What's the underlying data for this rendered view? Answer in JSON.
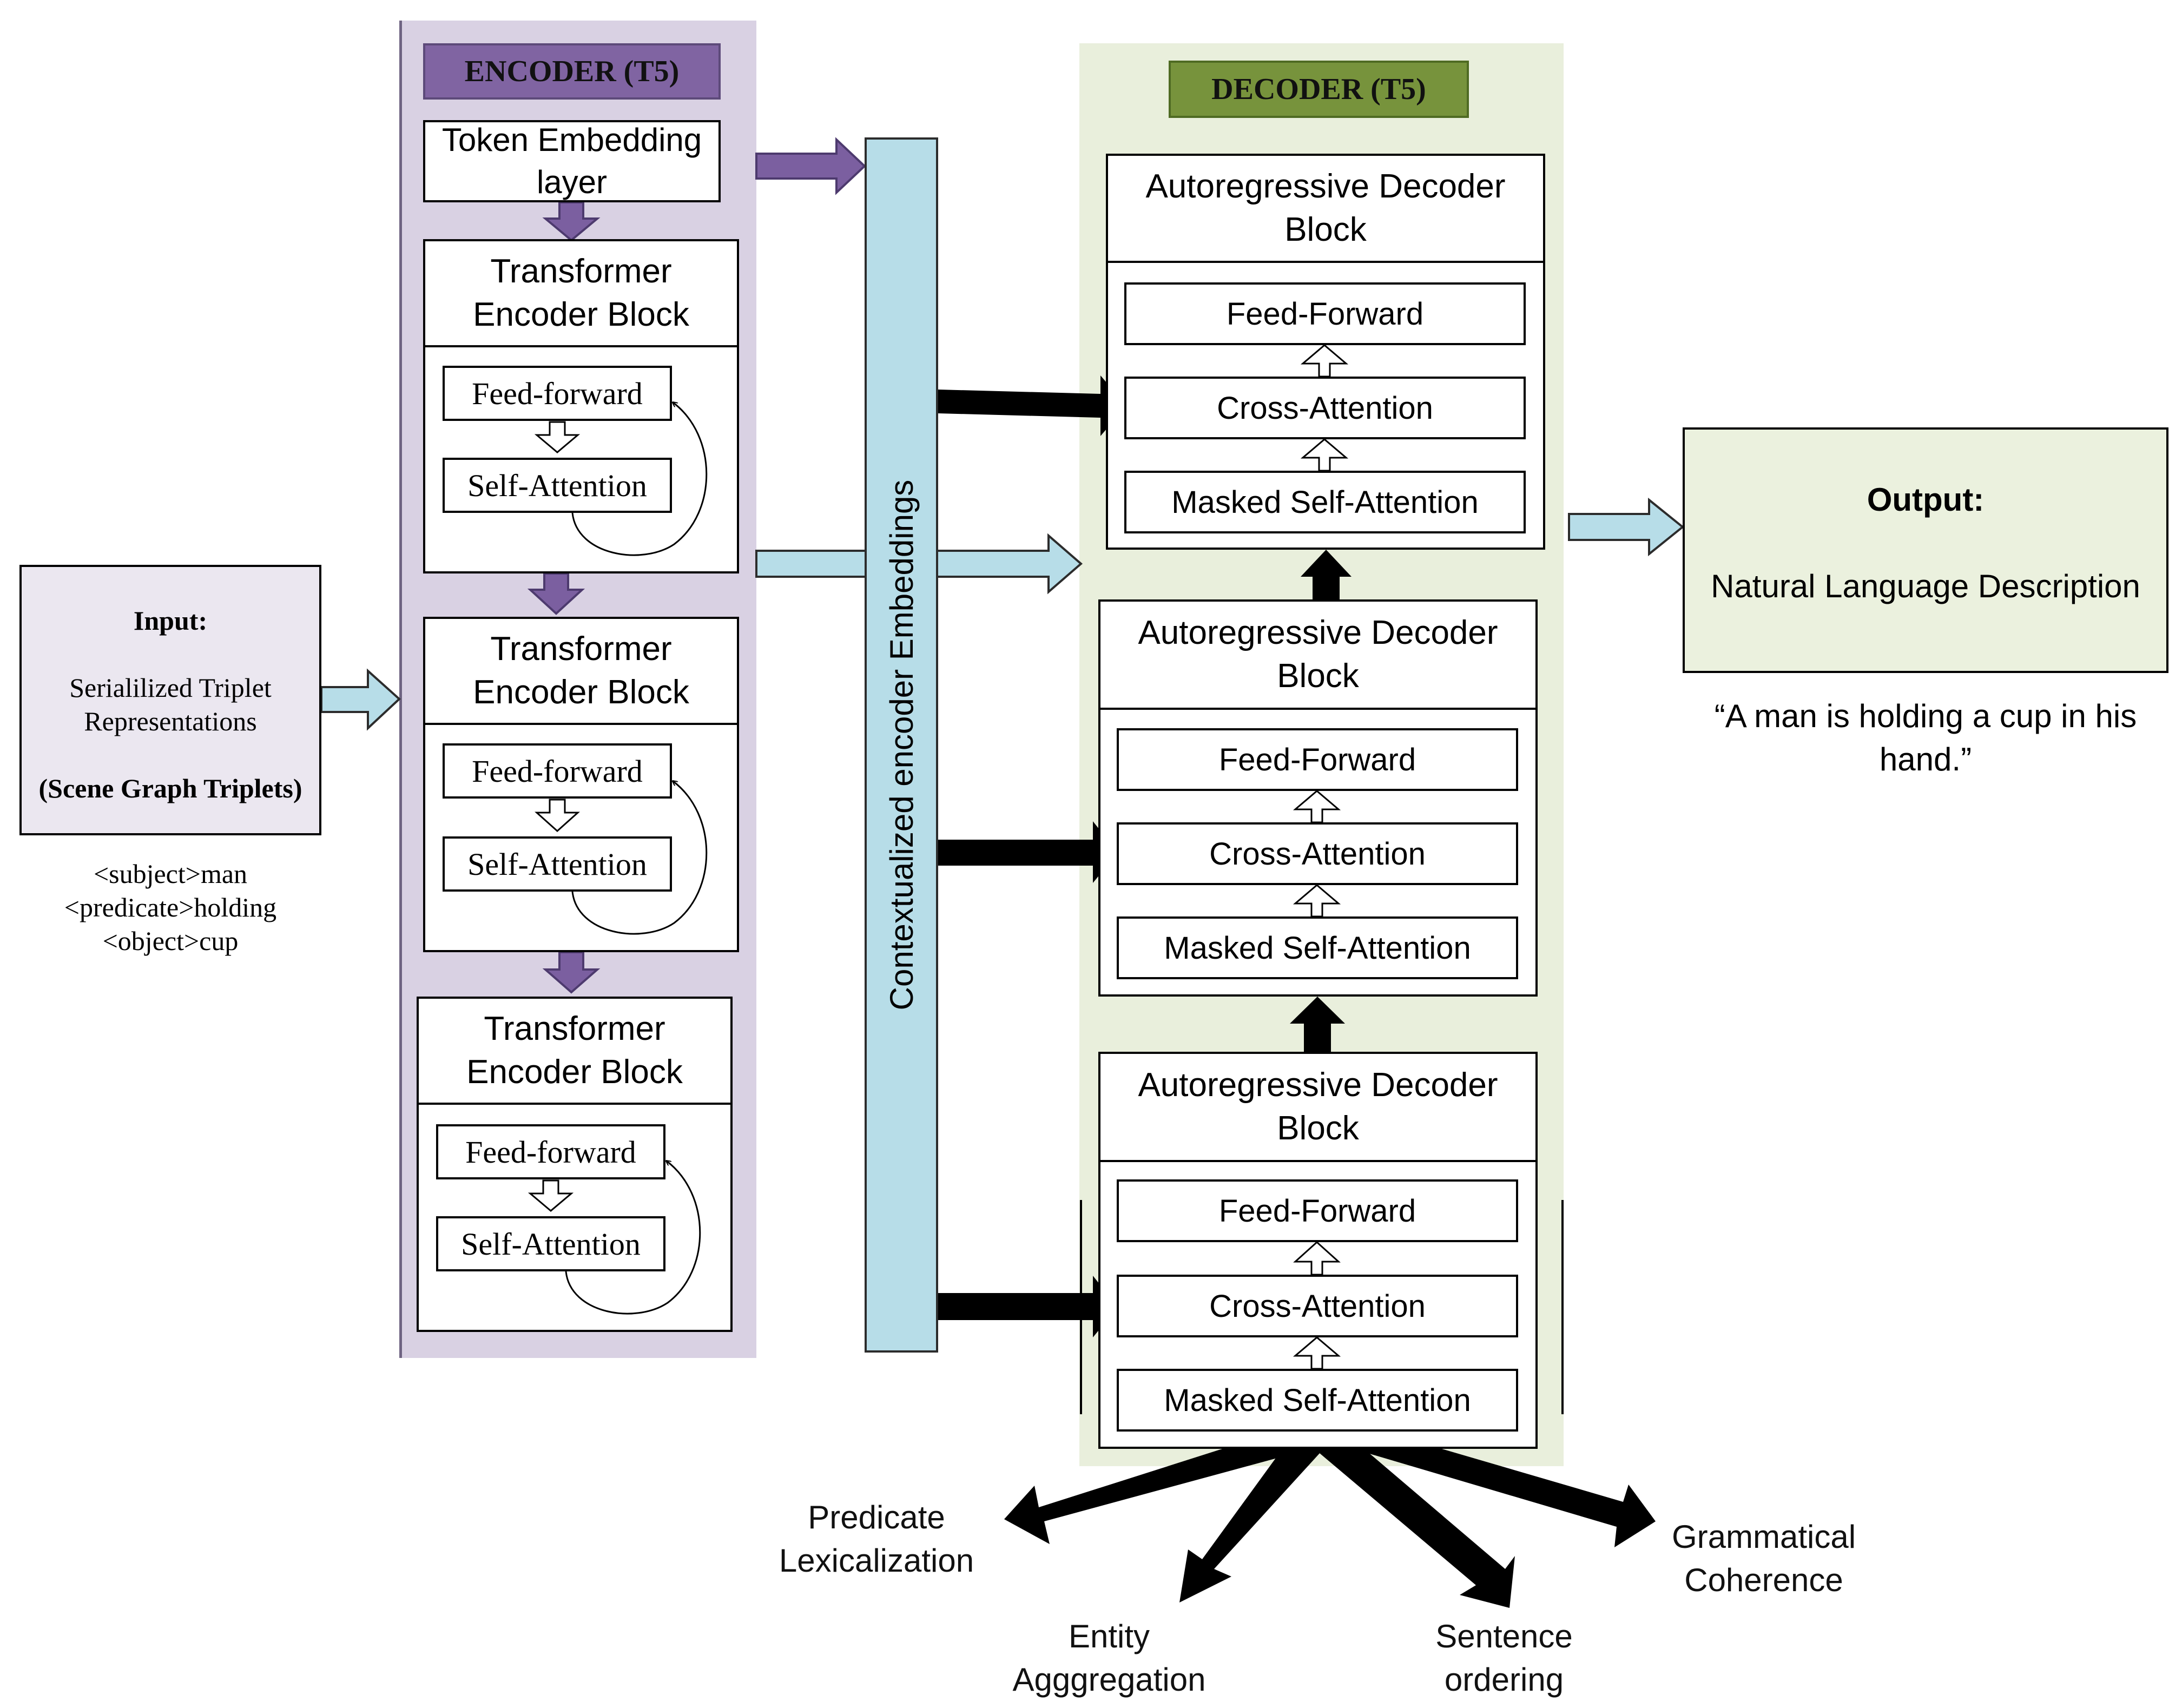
{
  "encoder": {
    "title": "ENCODER (T5)",
    "token_embedding": "Token Embedding\nlayer",
    "blocks": [
      {
        "title": "Transformer\nEncoder Block",
        "feed_forward": "Feed-forward",
        "self_attention": "Self-Attention"
      },
      {
        "title": "Transformer\nEncoder Block",
        "feed_forward": "Feed-forward",
        "self_attention": "Self-Attention"
      },
      {
        "title": "Transformer\nEncoder Block",
        "feed_forward": "Feed-forward",
        "self_attention": "Self-Attention"
      }
    ]
  },
  "embeddings_label": "Contextualized encoder Embeddings",
  "decoder": {
    "title": "DECODER (T5)",
    "blocks": [
      {
        "title": "Autoregressive Decoder\nBlock",
        "feed_forward": "Feed-Forward",
        "cross_attention": "Cross-Attention",
        "masked_self_attention": "Masked Self-Attention"
      },
      {
        "title": "Autoregressive Decoder\nBlock",
        "feed_forward": "Feed-Forward",
        "cross_attention": "Cross-Attention",
        "masked_self_attention": "Masked Self-Attention"
      },
      {
        "title": "Autoregressive Decoder\nBlock",
        "feed_forward": "Feed-Forward",
        "cross_attention": "Cross-Attention",
        "masked_self_attention": "Masked Self-Attention"
      }
    ]
  },
  "input": {
    "heading": "Input:",
    "line1": "Serialilized Triplet\nRepresentations",
    "line2": "(Scene Graph Triplets)",
    "example": "<subject>man\n<predicate>holding\n<object>cup"
  },
  "output": {
    "heading": "Output:",
    "subtitle": "Natural Language Description",
    "example": "“A man is holding a cup in his\nhand.”"
  },
  "outcomes": {
    "predicate": "Predicate\nLexicalization",
    "entity": "Entity\nAgggregation",
    "sentence": "Sentence\nordering",
    "grammatical": "Grammatical\nCoherence"
  },
  "colors": {
    "encoder_bg": "#d9d1e3",
    "encoder_title": "#8064a2",
    "decoder_bg": "#e9efdc",
    "decoder_title": "#77933c",
    "embeddings": "#b7dde8",
    "input_bg": "#ebe7f0",
    "output_bg": "#ebf1de",
    "purple_arrow": "#7b5fa0",
    "blue_arrow": "#b7dde8"
  }
}
